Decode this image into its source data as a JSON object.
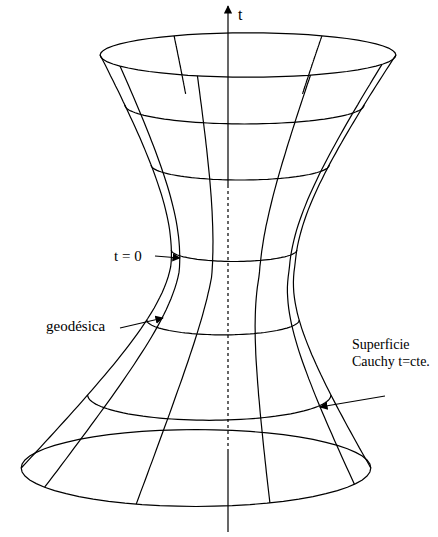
{
  "diagram": {
    "labels": [
      "t",
      "t = 0",
      "geodésica",
      "Superficie Cauchy t=cte."
    ]
  }
}
